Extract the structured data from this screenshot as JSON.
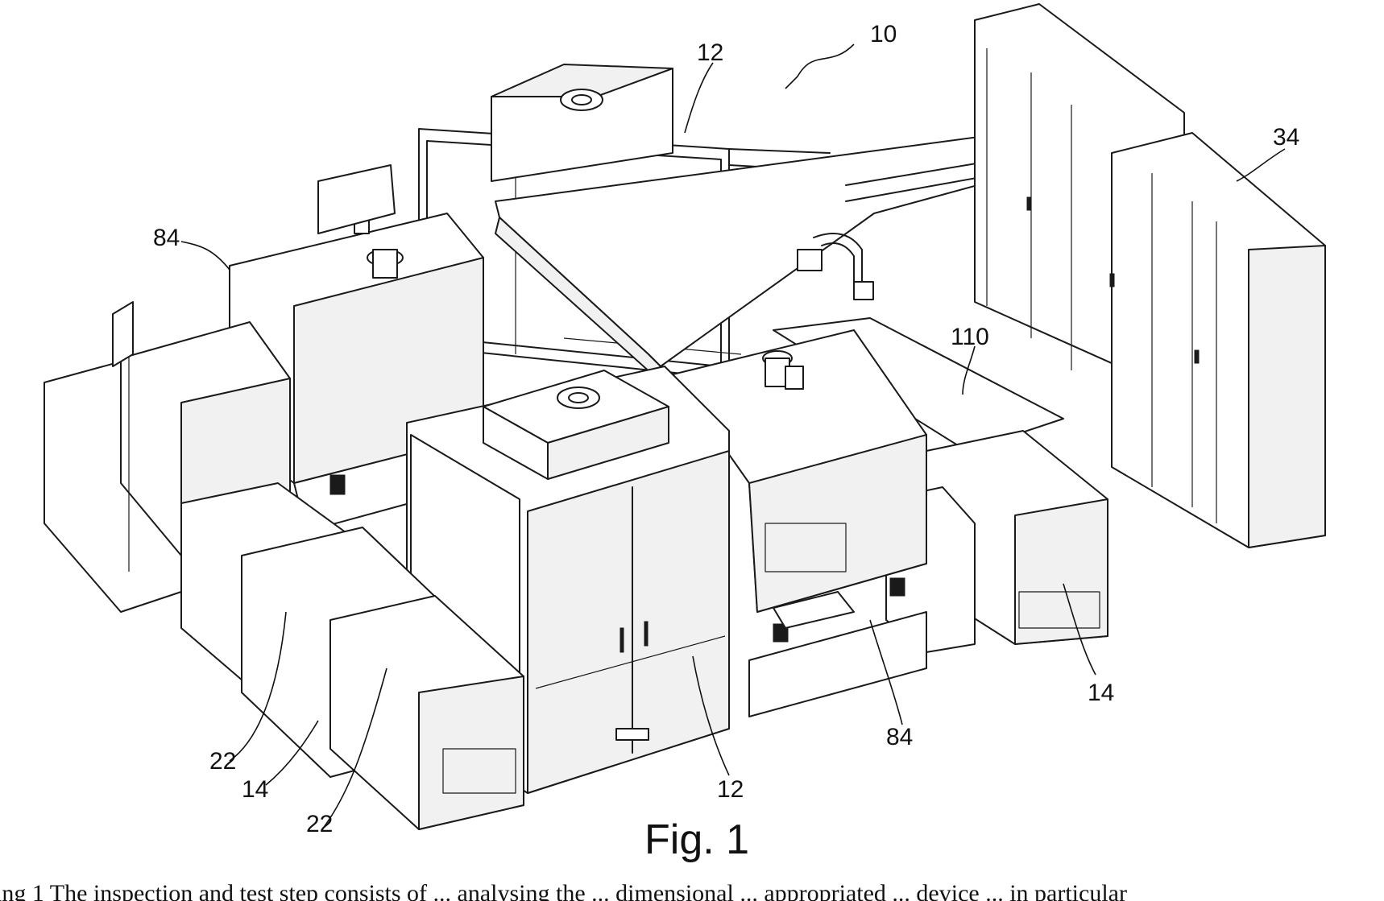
{
  "figure": {
    "caption": "Fig. 1",
    "reference_numerals": {
      "system": "10",
      "machine_rear": "12",
      "machine_front": "12",
      "cabinet": "34",
      "module_left": "84",
      "module_right": "84",
      "conveyor": "110",
      "conveyor_left": "14",
      "conveyor_right": "14",
      "belt_upper": "22",
      "belt_lower": "22"
    },
    "footer_text": "ing 1 The inspection and test step consists of ... analysing the ... dimensional ... appropriated ... device ... in particular"
  }
}
